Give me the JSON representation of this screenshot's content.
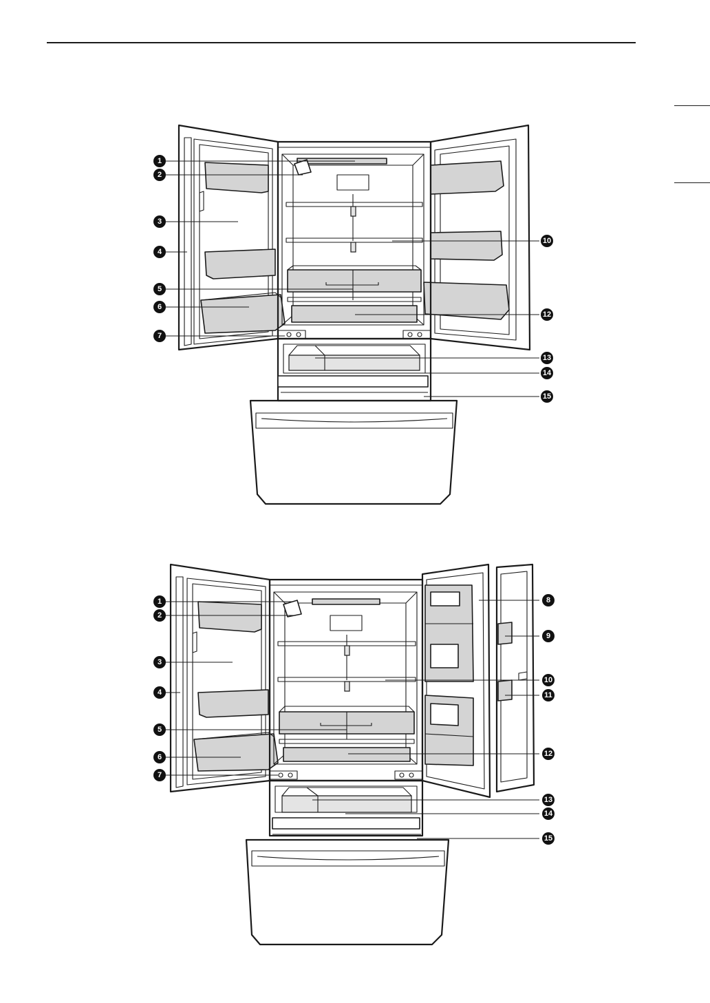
{
  "diagrams": [
    {
      "id": "top",
      "callouts": [
        "1",
        "2",
        "3",
        "4",
        "5",
        "6",
        "7",
        "10",
        "12",
        "13",
        "14",
        "15"
      ]
    },
    {
      "id": "bottom",
      "callouts": [
        "1",
        "2",
        "3",
        "4",
        "5",
        "6",
        "7",
        "8",
        "9",
        "10",
        "11",
        "12",
        "13",
        "14",
        "15"
      ]
    }
  ]
}
